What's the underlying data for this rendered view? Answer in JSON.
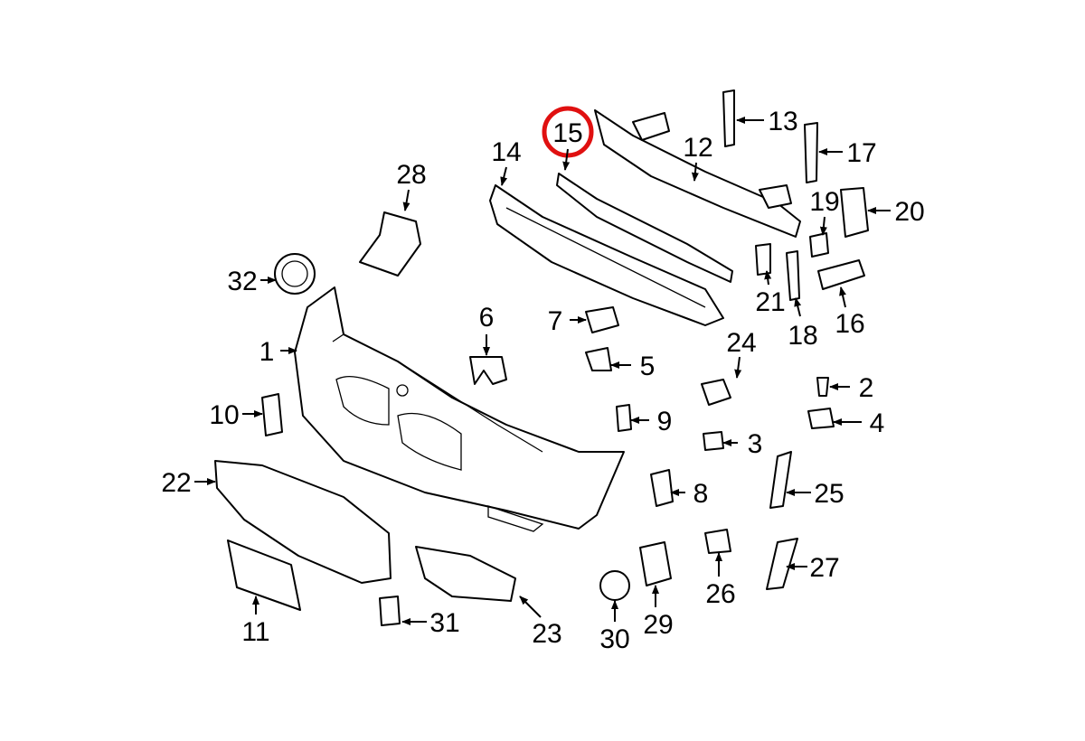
{
  "diagram": {
    "title": "Front bumper exploded parts diagram",
    "highlighted_part": "15",
    "highlight_color": "#e01010",
    "callouts": [
      "1",
      "2",
      "3",
      "4",
      "5",
      "6",
      "7",
      "8",
      "9",
      "10",
      "11",
      "12",
      "13",
      "14",
      "15",
      "16",
      "17",
      "18",
      "19",
      "20",
      "21",
      "22",
      "23",
      "24",
      "25",
      "26",
      "27",
      "28",
      "29",
      "30",
      "31",
      "32"
    ]
  }
}
